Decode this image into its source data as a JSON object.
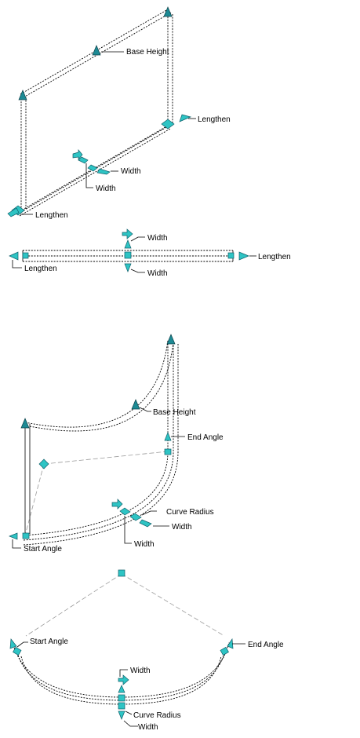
{
  "labels": {
    "base_height": "Base Height",
    "lengthen": "Lengthen",
    "width": "Width",
    "end_angle": "End Angle",
    "curve_radius": "Curve Radius",
    "start_angle": "Start Angle"
  },
  "colors": {
    "grip_fill": "#2ec4c4",
    "grip_dark": "#1d8a94",
    "grip_stroke": "#0f5f6a"
  }
}
